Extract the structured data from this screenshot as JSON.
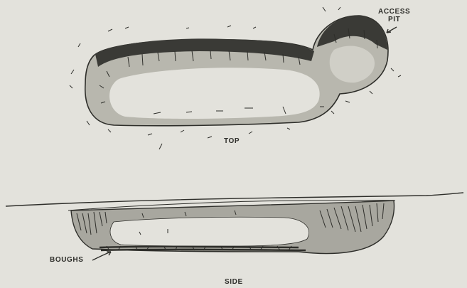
{
  "labels": {
    "access_line1": "ACCESS",
    "access_line2": "PIT",
    "top": "TOP",
    "boughs": "BOUGHS",
    "side": "SIDE"
  },
  "colors": {
    "background": "#e3e2dc",
    "ink": "#2e2e2a",
    "shade": "#9d9d95"
  }
}
